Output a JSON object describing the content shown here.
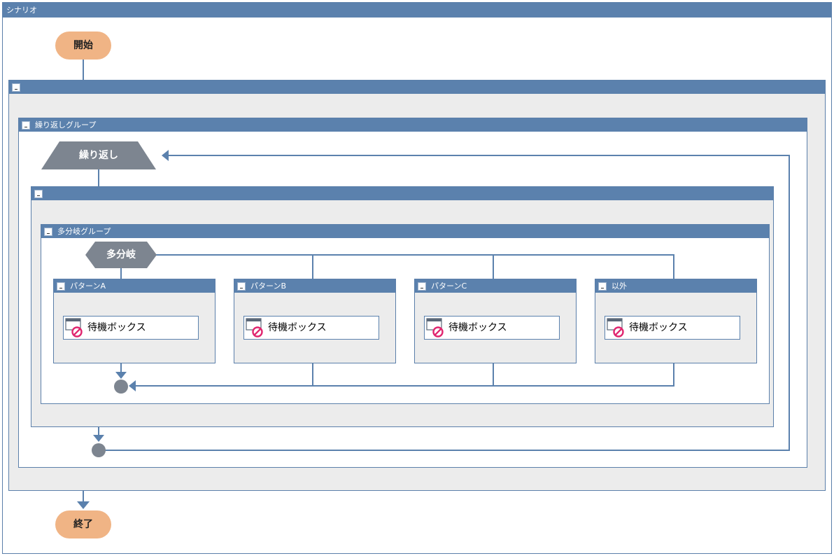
{
  "scenario": {
    "title": "シナリオ"
  },
  "start": {
    "label": "開始"
  },
  "end": {
    "label": "終了"
  },
  "outer_group": {
    "title": ""
  },
  "loop_group": {
    "title": "繰り返しグループ"
  },
  "loop": {
    "label": "繰り返し"
  },
  "inner_group": {
    "title": ""
  },
  "branch_group": {
    "title": "多分岐グループ"
  },
  "branch": {
    "label": "多分岐"
  },
  "cases": [
    {
      "title": "パターンA",
      "action_label": "待機ボックス"
    },
    {
      "title": "パターンB",
      "action_label": "待機ボックス"
    },
    {
      "title": "パターンC",
      "action_label": "待機ボックス"
    },
    {
      "title": "以外",
      "action_label": "待機ボックス"
    }
  ],
  "colors": {
    "titlebar": "#5b81ad",
    "group_fill": "#ececec",
    "terminal": "#f0b485",
    "node": "#7d8590",
    "connector": "#5b81ad",
    "disabled_icon": "#e0266f"
  }
}
